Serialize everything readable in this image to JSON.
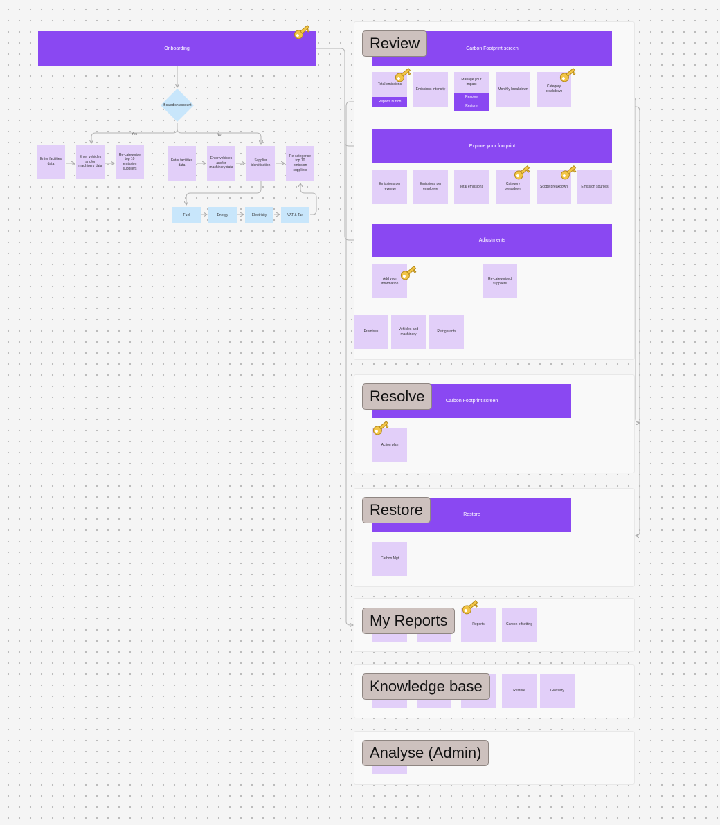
{
  "onboarding": {
    "title": "Onboarding",
    "decision": "If swedish account",
    "yes_label": "Yes",
    "no_label": "No",
    "yes_steps": [
      "Enter facilities data",
      "Enter vehicles and/or machinery data",
      "Re-categorise top 10 emission suppliers"
    ],
    "no_steps": [
      "Enter facilities data",
      "Enter vehicles and/or machinery data",
      "Supplier identification",
      "Re-categorise top 10 emission suppliers"
    ],
    "supplier_types": [
      "Fuel",
      "Energy",
      "Electricity",
      "VAT & Tax"
    ]
  },
  "review": {
    "tag": "Review",
    "header": "Carbon Footprint screen",
    "cards": [
      "Total emissions",
      "Emissions intensity",
      "Manage your impact",
      "Monthly breakdown",
      "Category breakdown"
    ],
    "reports_button": "Reports button",
    "resolve_button": "Resolve",
    "restore_button": "Restore",
    "explore_header": "Explore your footprint",
    "explore_cards": [
      "Emissions per revenue",
      "Emissions per employee",
      "Total emissions",
      "Category breakdown",
      "Scope breakdown",
      "Emission sources"
    ],
    "adjustments_header": "Adjustments",
    "add_info": "Add your information",
    "recategorised": "Re-categorised suppliers",
    "info_cards": [
      "Premises",
      "Vehicles and machinery",
      "Refrigerants"
    ]
  },
  "resolve": {
    "tag": "Resolve",
    "header": "Carbon Footprint screen",
    "card": "Action plan"
  },
  "restore": {
    "tag": "Restore",
    "header": "Restore",
    "card": "Carbon Mgt"
  },
  "my_reports": {
    "tag": "My Reports",
    "cards": [
      "Reports",
      "Carbon offsetting"
    ]
  },
  "knowledge_base": {
    "tag": "Knowledge base",
    "cards": [
      "Restore",
      "Glossary"
    ]
  },
  "analyse": {
    "tag": "Analyse (Admin)"
  },
  "colors": {
    "purple": "#8a48f2",
    "lavender": "#e2cff9",
    "blue": "#c8e6fb",
    "tag": "#cdc1be"
  }
}
